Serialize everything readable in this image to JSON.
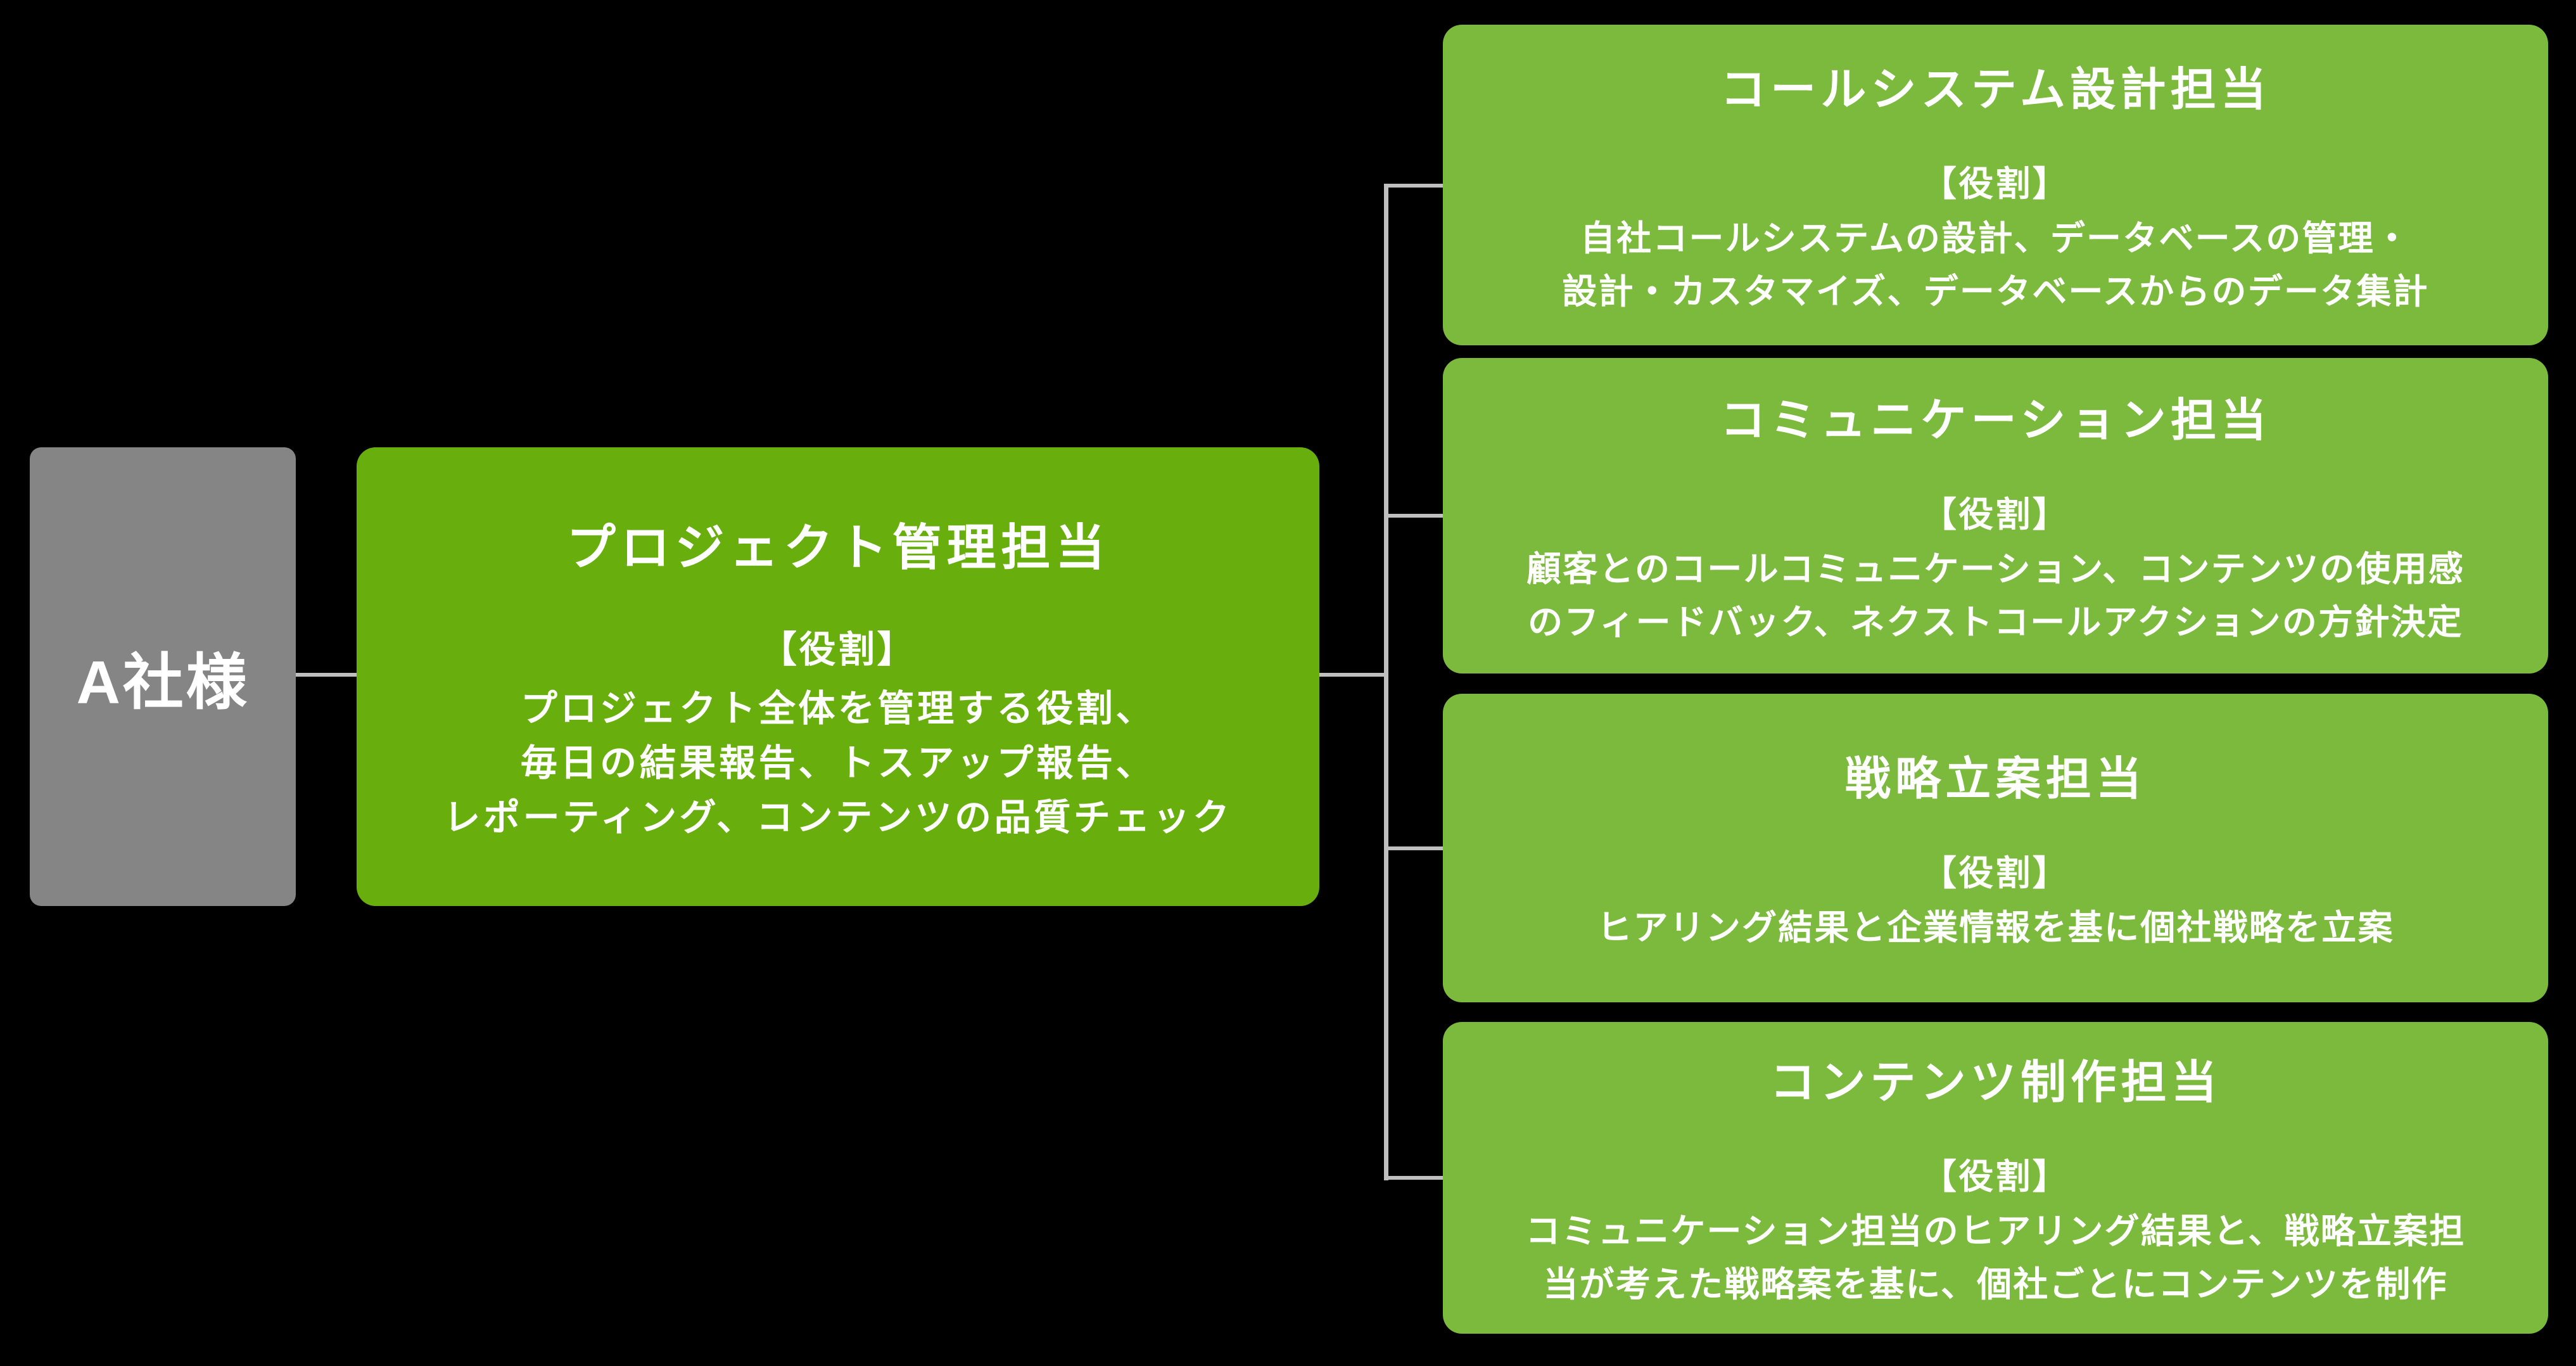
{
  "colors": {
    "background": "#000000",
    "client_box": "#858585",
    "manager_box": "#68AF0D",
    "team_box": "#7CBA3D",
    "connector": "#BFBFBF",
    "text": "#FFFFFF"
  },
  "client": {
    "label": "A社様"
  },
  "manager": {
    "title": "プロジェクト管理担当",
    "role_heading": "【役割】",
    "role_lines": [
      "プロジェクト全体を管理する役割、",
      "毎日の結果報告、トスアップ報告、",
      "レポーティング、コンテンツの品質チェック"
    ]
  },
  "teams": [
    {
      "title": "コールシステム設計担当",
      "role_heading": "【役割】",
      "role_lines": [
        "自社コールシステムの設計、データベースの管理・",
        "設計・カスタマイズ、データベースからのデータ集計"
      ]
    },
    {
      "title": "コミュニケーション担当",
      "role_heading": "【役割】",
      "role_lines": [
        "顧客とのコールコミュニケーション、コンテンツの使用感",
        "のフィードバック、ネクストコールアクションの方針決定"
      ]
    },
    {
      "title": "戦略立案担当",
      "role_heading": "【役割】",
      "role_lines": [
        "ヒアリング結果と企業情報を基に個社戦略を立案"
      ]
    },
    {
      "title": "コンテンツ制作担当",
      "role_heading": "【役割】",
      "role_lines": [
        "コミュニケーション担当のヒアリング結果と、戦略立案担",
        "当が考えた戦略案を基に、個社ごとにコンテンツを制作"
      ]
    }
  ]
}
